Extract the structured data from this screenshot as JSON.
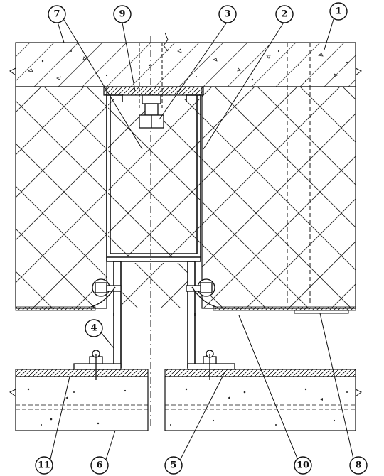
{
  "callouts": [
    {
      "id": "1",
      "label": "1"
    },
    {
      "id": "2",
      "label": "2"
    },
    {
      "id": "3",
      "label": "3"
    },
    {
      "id": "4",
      "label": "4"
    },
    {
      "id": "5",
      "label": "5"
    },
    {
      "id": "6",
      "label": "6"
    },
    {
      "id": "7",
      "label": "7"
    },
    {
      "id": "8",
      "label": "8"
    },
    {
      "id": "9",
      "label": "9"
    },
    {
      "id": "10",
      "label": "10"
    },
    {
      "id": "11",
      "label": "11"
    }
  ],
  "colors": {
    "ink": "#111111",
    "background": "#ffffff"
  }
}
